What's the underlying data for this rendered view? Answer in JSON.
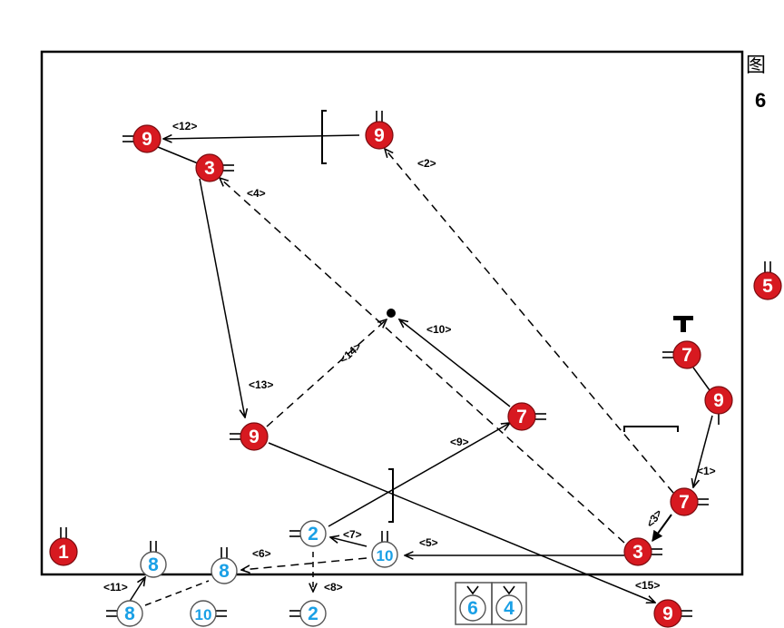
{
  "figure": {
    "title": "图",
    "number": "6"
  },
  "colors": {
    "red": "#d71920",
    "blue": "#1aa0e6",
    "line": "#000000",
    "bg": "#ffffff"
  },
  "players": [
    {
      "id": "r9a",
      "team": "red",
      "label": "9",
      "lines": "left"
    },
    {
      "id": "r9b",
      "team": "red",
      "label": "9",
      "lines": "top"
    },
    {
      "id": "r3a",
      "team": "red",
      "label": "3",
      "lines": "right"
    },
    {
      "id": "r5",
      "team": "red",
      "label": "5",
      "lines": "top"
    },
    {
      "id": "r7a",
      "team": "red",
      "label": "7",
      "lines": "left"
    },
    {
      "id": "r9c",
      "team": "red",
      "label": "9",
      "lines": "bottom"
    },
    {
      "id": "r7b",
      "team": "red",
      "label": "7",
      "lines": "right"
    },
    {
      "id": "r9d",
      "team": "red",
      "label": "9",
      "lines": "left"
    },
    {
      "id": "r7c",
      "team": "red",
      "label": "7",
      "lines": "right"
    },
    {
      "id": "r3b",
      "team": "red",
      "label": "3",
      "lines": "right"
    },
    {
      "id": "r9e",
      "team": "red",
      "label": "9",
      "lines": "right"
    },
    {
      "id": "r1",
      "team": "red",
      "label": "1",
      "lines": "top"
    },
    {
      "id": "b2a",
      "team": "blue",
      "label": "2",
      "lines": "left"
    },
    {
      "id": "b10a",
      "team": "blue",
      "label": "10",
      "lines": "top"
    },
    {
      "id": "b8a",
      "team": "blue",
      "label": "8",
      "lines": "top"
    },
    {
      "id": "b8b",
      "team": "blue",
      "label": "8",
      "lines": "top"
    },
    {
      "id": "b8c",
      "team": "blue",
      "label": "8",
      "lines": "left"
    },
    {
      "id": "b10b",
      "team": "blue",
      "label": "10",
      "lines": "right"
    },
    {
      "id": "b2b",
      "team": "blue",
      "label": "2",
      "lines": "left"
    },
    {
      "id": "b6",
      "team": "blue",
      "label": "6",
      "lines": "cone"
    },
    {
      "id": "b4",
      "team": "blue",
      "label": "4",
      "lines": "cone"
    }
  ],
  "step_labels": [
    {
      "id": "s1",
      "text": "<1>"
    },
    {
      "id": "s2",
      "text": "<2>"
    },
    {
      "id": "s3",
      "text": "<3>"
    },
    {
      "id": "s4",
      "text": "<4>"
    },
    {
      "id": "s5",
      "text": "<5>"
    },
    {
      "id": "s6",
      "text": "<6>"
    },
    {
      "id": "s7",
      "text": "<7>"
    },
    {
      "id": "s8",
      "text": "<8>"
    },
    {
      "id": "s9",
      "text": "<9>"
    },
    {
      "id": "s10",
      "text": "<10>"
    },
    {
      "id": "s11",
      "text": "<11>"
    },
    {
      "id": "s12",
      "text": "<12>"
    },
    {
      "id": "s13",
      "text": "<13>"
    },
    {
      "id": "s14",
      "text": "<14>"
    },
    {
      "id": "s15",
      "text": "<15>"
    }
  ]
}
